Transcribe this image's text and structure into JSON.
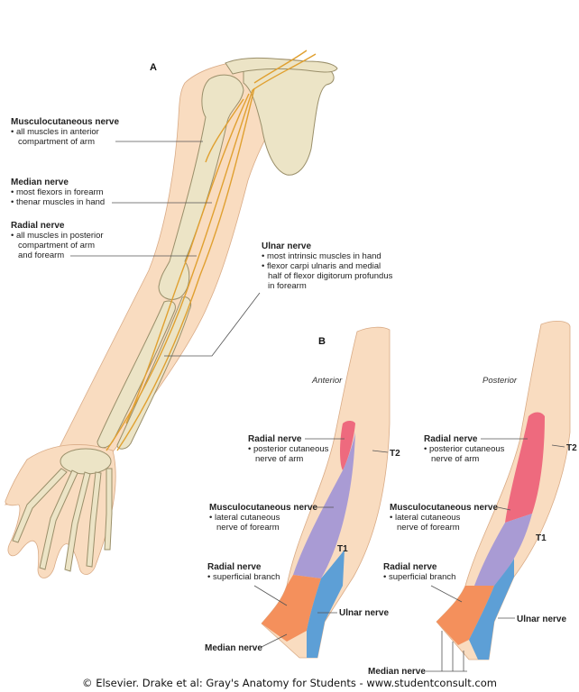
{
  "colors": {
    "skin": "#f9dcc0",
    "skin_outline": "#d9ab86",
    "radial": "#ee6a7e",
    "musculocutaneous": "#a99bd4",
    "superficial_radial": "#f4905c",
    "ulnar": "#5d9fd6",
    "bone": "#ece4c6",
    "nerve": "#e0a030"
  },
  "panel_a": {
    "tag": "A",
    "musculocutaneous": {
      "title": "Musculocutaneous nerve",
      "lines": [
        "• all muscles in anterior",
        "compartment of arm"
      ]
    },
    "median": {
      "title": "Median nerve",
      "lines": [
        "• most flexors in forearm",
        "• thenar muscles in hand"
      ]
    },
    "radial": {
      "title": "Radial nerve",
      "lines": [
        "• all muscles in posterior",
        "compartment of arm",
        "and forearm"
      ]
    },
    "ulnar": {
      "title": "Ulnar nerve",
      "lines": [
        "• most intrinsic muscles in hand",
        "• flexor carpi ulnaris and medial",
        "half of flexor digitorum profundus",
        "in forearm"
      ]
    }
  },
  "panel_b": {
    "tag": "B",
    "anterior": {
      "view": "Anterior",
      "radial": {
        "title": "Radial nerve",
        "lines": [
          "• posterior cutaneous",
          "nerve of arm"
        ]
      },
      "musculocutaneous": {
        "title": "Musculocutaneous nerve",
        "lines": [
          "• lateral cutaneous",
          "nerve of forearm"
        ]
      },
      "radial_superficial": {
        "title": "Radial nerve",
        "lines": [
          "• superficial branch"
        ]
      },
      "ulnar": "Ulnar nerve",
      "median": "Median nerve",
      "t2": "T2",
      "t1": "T1"
    },
    "posterior": {
      "view": "Posterior",
      "radial": {
        "title": "Radial nerve",
        "lines": [
          "• posterior cutaneous",
          "nerve of arm"
        ]
      },
      "musculocutaneous": {
        "title": "Musculocutaneous nerve",
        "lines": [
          "• lateral cutaneous",
          "nerve of forearm"
        ]
      },
      "radial_superficial": {
        "title": "Radial nerve",
        "lines": [
          "• superficial branch"
        ]
      },
      "ulnar": "Ulnar nerve",
      "median": "Median nerve",
      "t2": "T2",
      "t1": "T1"
    }
  },
  "footer": "© Elsevier. Drake et al: Gray's Anatomy for Students - www.studentconsult.com"
}
